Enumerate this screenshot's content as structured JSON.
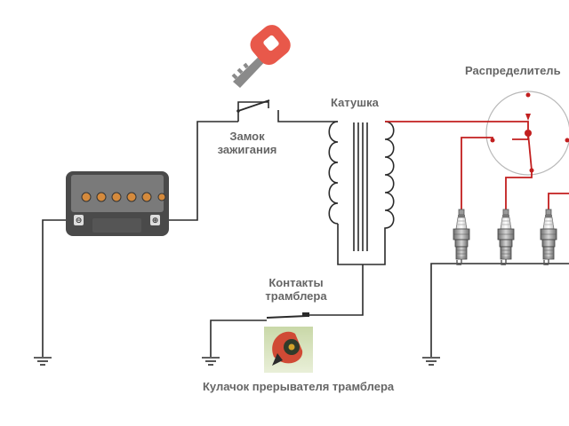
{
  "labels": {
    "ignition_switch": [
      "Замок",
      "зажигания"
    ],
    "coil": "Катушка",
    "distributor": "Распределитель",
    "breaker_contacts": [
      "Контакты",
      "трамблера"
    ],
    "breaker_cam": "Кулачок прерывателя трамблера"
  },
  "battery_terminals": [
    "⊖",
    "⊕"
  ],
  "colors": {
    "wire_black": "#2b2b2b",
    "wire_red": "#c21f1f",
    "key": "#e8584a",
    "battery_body": "#4a4a4a",
    "label_text": "#666666"
  },
  "icons": [
    "key-icon",
    "battery-icon",
    "ignition-coil-icon",
    "distributor-cap-icon",
    "spark-plug-icon",
    "ground-icon",
    "breaker-cam-icon"
  ]
}
